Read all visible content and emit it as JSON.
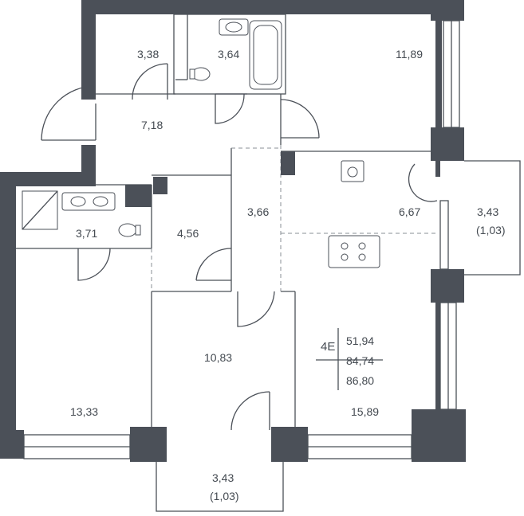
{
  "rooms": [
    {
      "id": "hall-closet",
      "label": "3,38"
    },
    {
      "id": "bathroom-1",
      "label": "3,64"
    },
    {
      "id": "bedroom-1",
      "label": "11,89"
    },
    {
      "id": "corridor-1",
      "label": "7,18"
    },
    {
      "id": "bathroom-2",
      "label": "3,71"
    },
    {
      "id": "hall-2",
      "label": "4,56"
    },
    {
      "id": "corridor-2",
      "label": "3,66"
    },
    {
      "id": "kitchen",
      "label": "6,67"
    },
    {
      "id": "balcony-right",
      "label": "3,43",
      "sublabel": "(1,03)"
    },
    {
      "id": "bedroom-2",
      "label": "10,83"
    },
    {
      "id": "bedroom-3",
      "label": "13,33"
    },
    {
      "id": "living-room",
      "label": "15,89"
    },
    {
      "id": "balcony-bottom",
      "label": "3,43",
      "sublabel": "(1,03)"
    }
  ],
  "summary": {
    "type": "4Е",
    "living_area": "51,94",
    "total_area": "84,74",
    "total_with_balconies": "86,80"
  }
}
